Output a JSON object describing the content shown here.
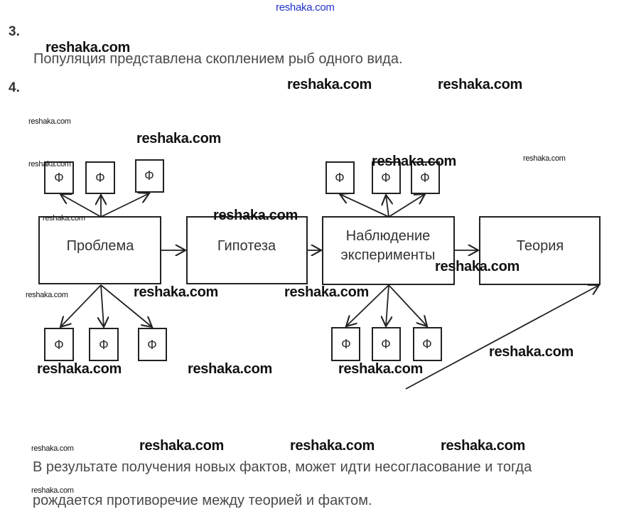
{
  "header_watermark": "reshaka.com",
  "task3": {
    "number": "3.",
    "answer": "Популяция представлена скоплением рыб одного вида."
  },
  "task4": {
    "number": "4.",
    "diagram": {
      "boxes": [
        "Проблема",
        "Гипотеза",
        "Наблюдение",
        "эксперименты",
        "Теория"
      ],
      "fact_label": "Ф"
    },
    "answer_line1": "В результате получения новых фактов, может идти несогласование и тогда",
    "answer_line2": "рождается противоречие между теорией и фактом."
  },
  "watermark": "reshaka.com"
}
